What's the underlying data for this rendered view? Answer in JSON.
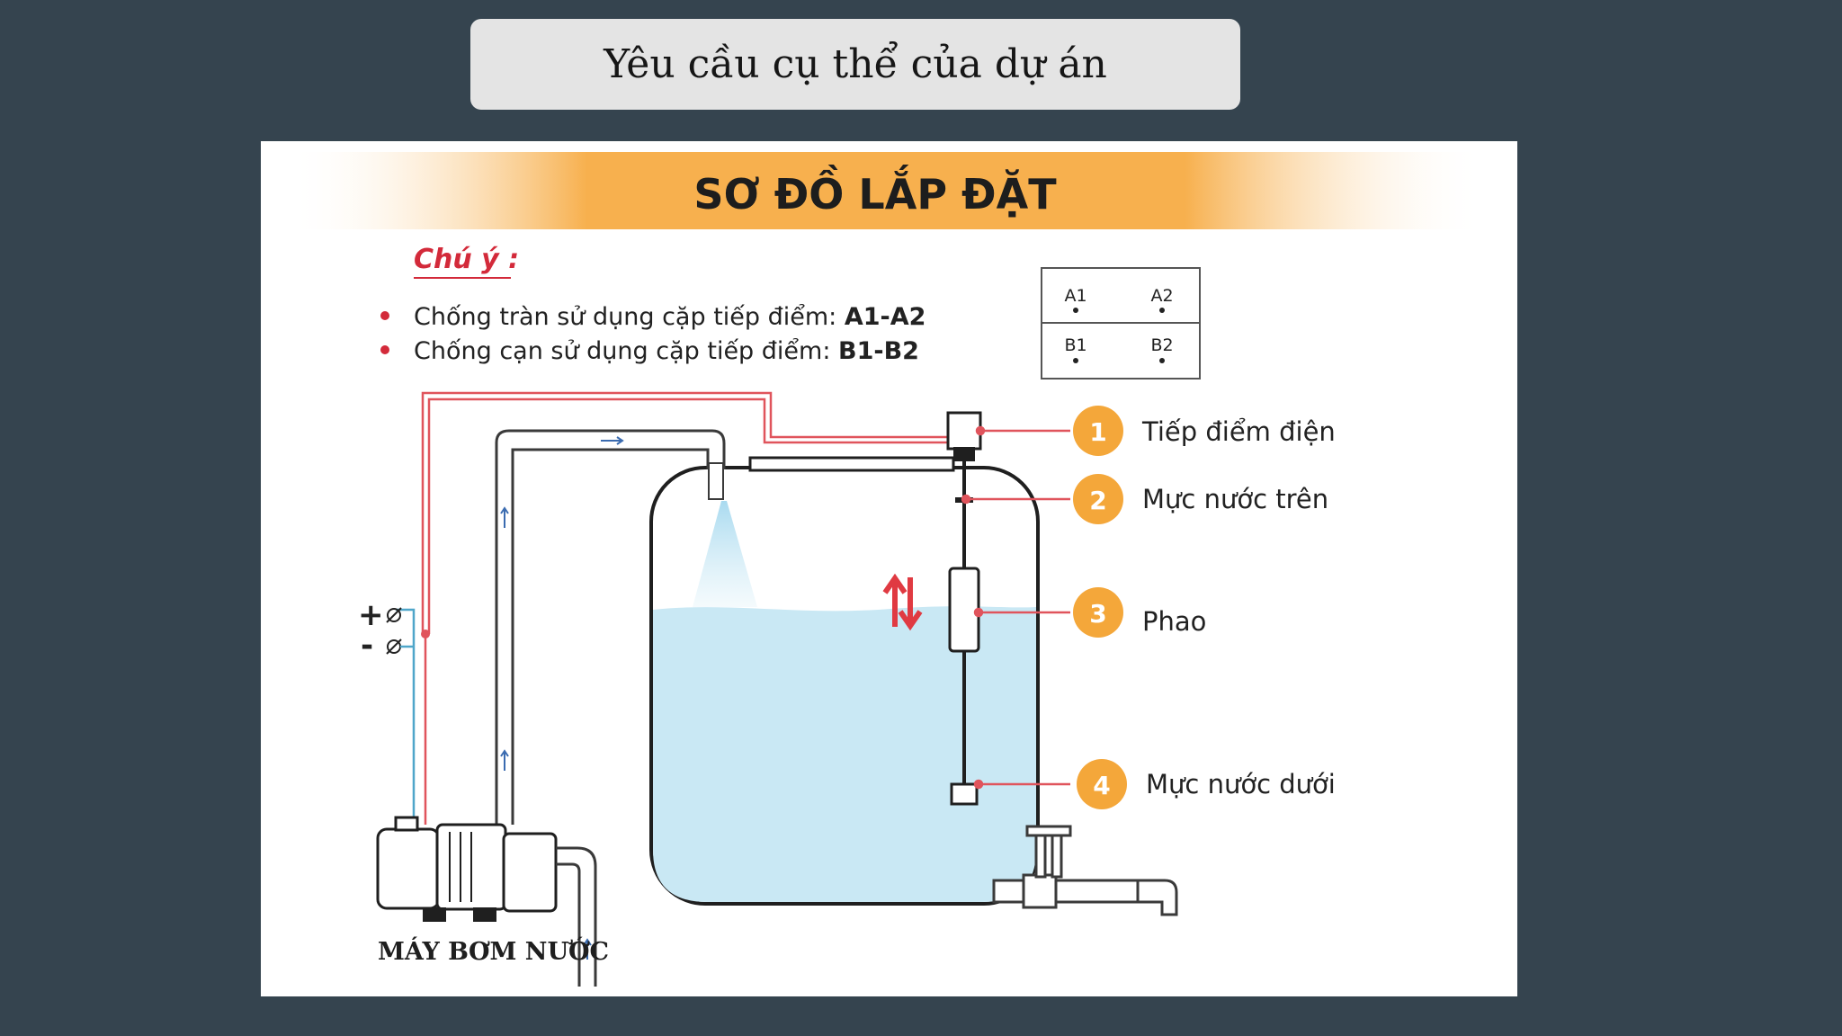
{
  "slide": {
    "title": "Yêu cầu cụ thể của dự án"
  },
  "diagram": {
    "heading": "SƠ ĐỒ LẮP ĐẶT",
    "note_title": "Chú ý :",
    "notes": [
      {
        "text": "Chống tràn sử dụng cặp tiếp điểm: ",
        "bold": "A1-A2"
      },
      {
        "text": "Chống cạn sử dụng cặp tiếp điểm: ",
        "bold": "B1-B2"
      }
    ],
    "contacts": {
      "a1": "A1",
      "a2": "A2",
      "b1": "B1",
      "b2": "B2"
    },
    "terminals": {
      "plus": "+",
      "minus": "-"
    },
    "labels": [
      {
        "num": "1",
        "text": "Tiếp điểm điện"
      },
      {
        "num": "2",
        "text": "Mực nước trên"
      },
      {
        "num": "3",
        "text": "Phao"
      },
      {
        "num": "4",
        "text": "Mực nước dưới"
      }
    ],
    "pump_label": "MÁY BƠM NƯỚC",
    "colors": {
      "heading_band": "#f7b04e",
      "note_red": "#d32a3a",
      "badge_orange": "#f4a73a",
      "water": "#c9e8f4",
      "wire_red": "#e0545c",
      "wire_blue": "#4fa6c9"
    }
  }
}
